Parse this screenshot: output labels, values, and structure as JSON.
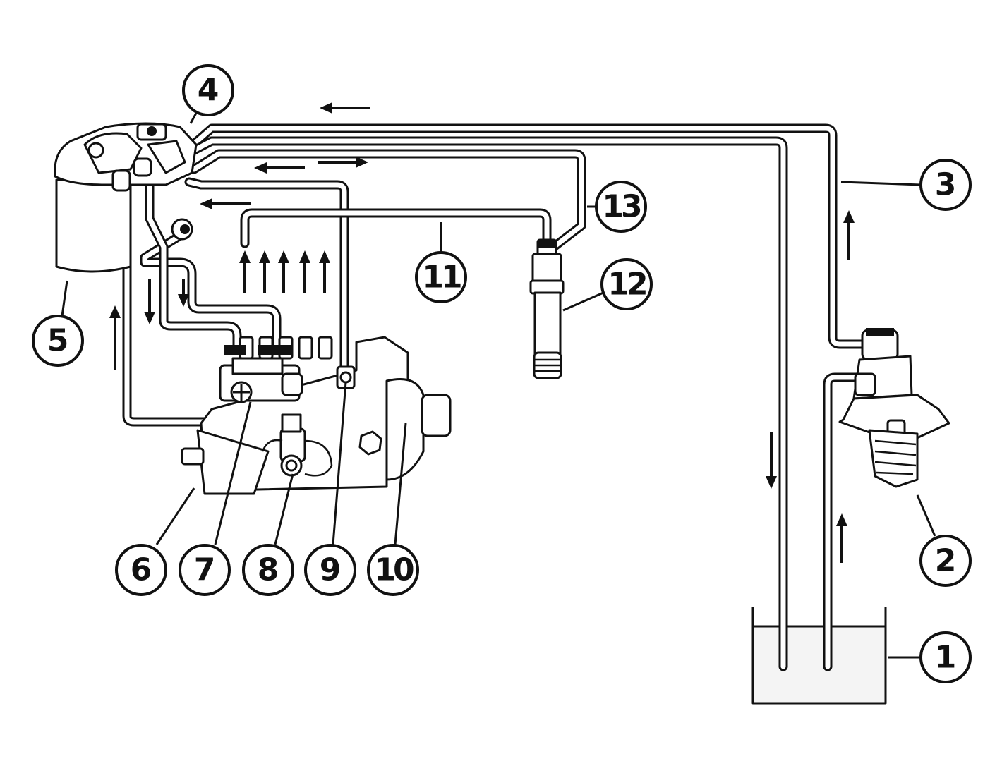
{
  "callouts": [
    {
      "id": "1",
      "label": "1"
    },
    {
      "id": "2",
      "label": "2"
    },
    {
      "id": "3",
      "label": "3"
    },
    {
      "id": "4",
      "label": "4"
    },
    {
      "id": "5",
      "label": "5"
    },
    {
      "id": "6",
      "label": "6"
    },
    {
      "id": "7",
      "label": "7"
    },
    {
      "id": "8",
      "label": "8"
    },
    {
      "id": "9",
      "label": "9"
    },
    {
      "id": "10",
      "label": "10"
    },
    {
      "id": "11",
      "label": "11"
    },
    {
      "id": "12",
      "label": "12"
    },
    {
      "id": "13",
      "label": "13"
    }
  ],
  "colors": {
    "ink": "#111111",
    "paper": "#ffffff"
  }
}
